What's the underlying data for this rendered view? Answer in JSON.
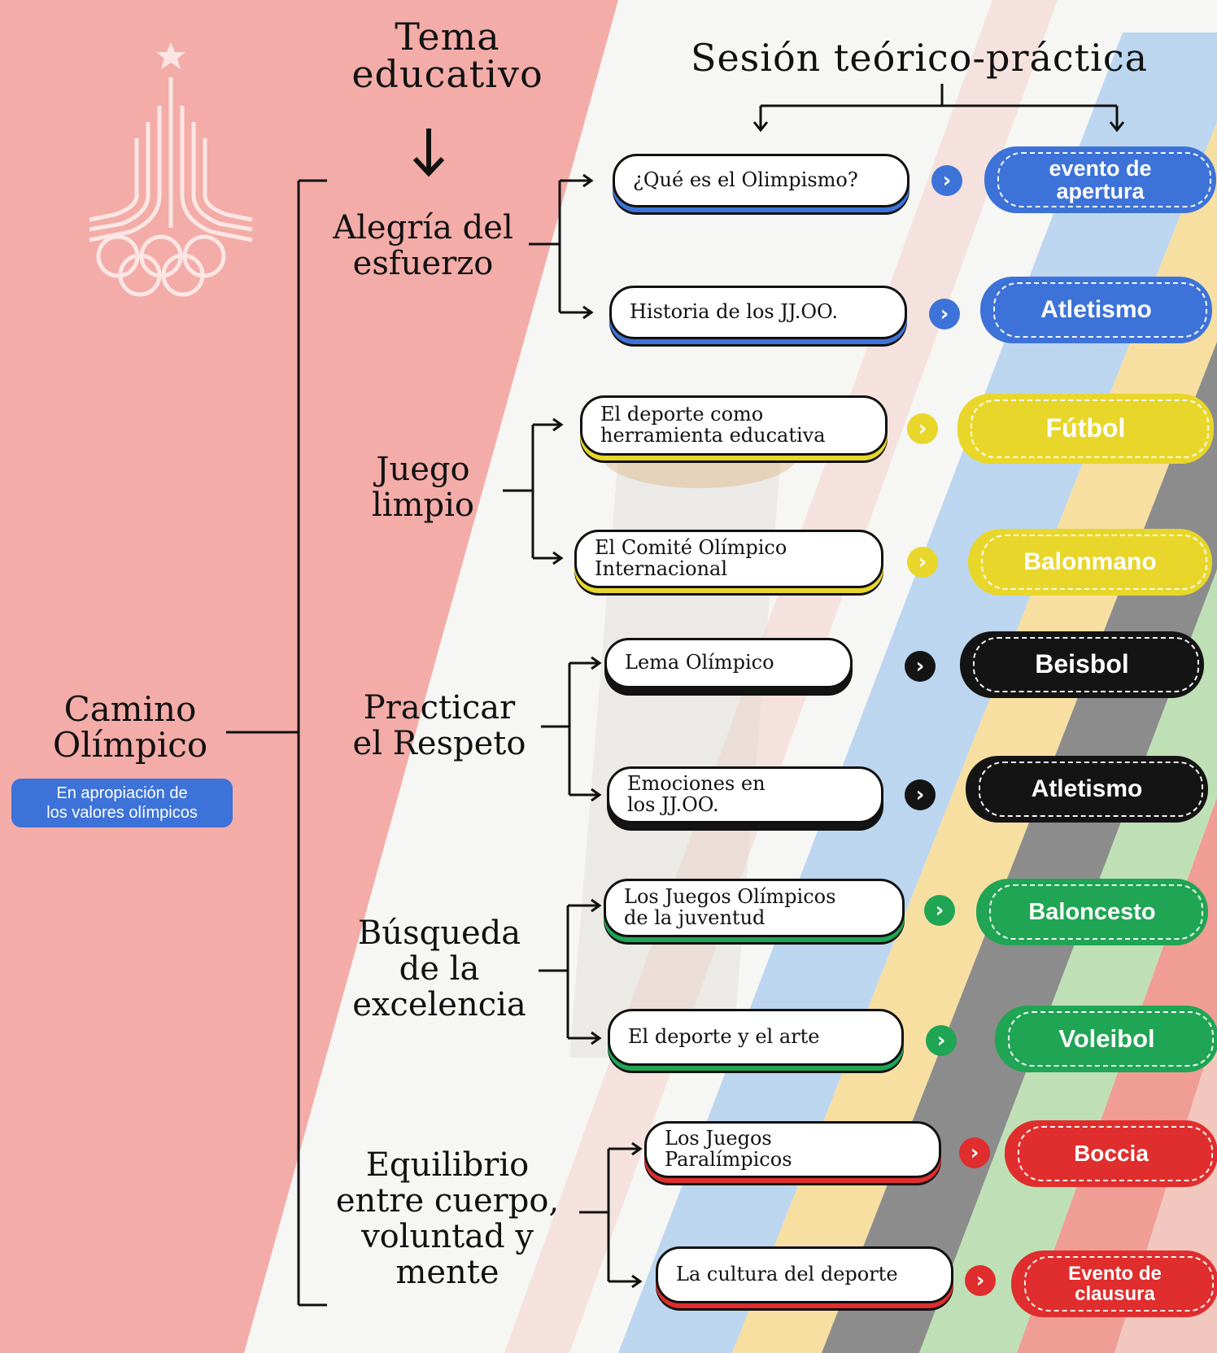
{
  "colors": {
    "blue": "#3d73d8",
    "yellow": "#e8d62b",
    "black": "#141414",
    "green": "#1fa553",
    "red": "#e02d2d",
    "bg_pink": "#f3aca8",
    "stripe_blue": "#bcd6f0",
    "stripe_yellow": "#f7dfa2",
    "stripe_dark": "#8c8c8c",
    "stripe_green": "#bfe0b6",
    "stripe_red": "#ef9d95"
  },
  "header": {
    "tema": "Tema educativo",
    "tema_line1": "Tema",
    "tema_line2": "educativo",
    "sesion": "Sesión teórico-práctica"
  },
  "root": {
    "title_line1": "Camino",
    "title_line2": "Olímpico",
    "badge_line1": "En apropiación de",
    "badge_line2": "los valores olímpicos"
  },
  "themes": [
    {
      "lines": [
        "Alegría del",
        "esfuerzo"
      ],
      "color": "blue",
      "rows": [
        {
          "session": [
            "¿Qué es el Olimpismo?"
          ],
          "sport": [
            "evento de",
            "apertura"
          ]
        },
        {
          "session": [
            "Historia de los JJ.OO."
          ],
          "sport": [
            "Atletismo"
          ]
        }
      ]
    },
    {
      "lines": [
        "Juego",
        "limpio"
      ],
      "color": "yellow",
      "rows": [
        {
          "session": [
            "El deporte como",
            "herramienta educativa"
          ],
          "sport": [
            "Fútbol"
          ]
        },
        {
          "session": [
            "El Comité Olímpico",
            "Internacional"
          ],
          "sport": [
            "Balonmano"
          ]
        }
      ]
    },
    {
      "lines": [
        "Practicar",
        "el Respeto"
      ],
      "color": "black",
      "rows": [
        {
          "session": [
            "Lema Olímpico"
          ],
          "sport": [
            "Beisbol"
          ]
        },
        {
          "session": [
            "Emociones en",
            "los JJ.OO."
          ],
          "sport": [
            "Atletismo"
          ]
        }
      ]
    },
    {
      "lines": [
        "Búsqueda",
        "de la",
        "excelencia"
      ],
      "color": "green",
      "rows": [
        {
          "session": [
            "Los Juegos Olímpicos",
            "de la juventud"
          ],
          "sport": [
            "Baloncesto"
          ]
        },
        {
          "session": [
            "El deporte y el arte"
          ],
          "sport": [
            "Voleibol"
          ]
        }
      ]
    },
    {
      "lines": [
        "Equilibrio",
        "entre cuerpo,",
        "voluntad y",
        "mente"
      ],
      "color": "red",
      "rows": [
        {
          "session": [
            "Los Juegos",
            "Paralímpicos"
          ],
          "sport": [
            "Boccia"
          ]
        },
        {
          "session": [
            "La cultura del deporte"
          ],
          "sport": [
            "Evento de",
            "clausura"
          ]
        }
      ]
    }
  ],
  "icons": {
    "logo": "moscow-1980-olympic-logo",
    "next": "chevron-right-icon",
    "down": "arrow-down-icon"
  }
}
